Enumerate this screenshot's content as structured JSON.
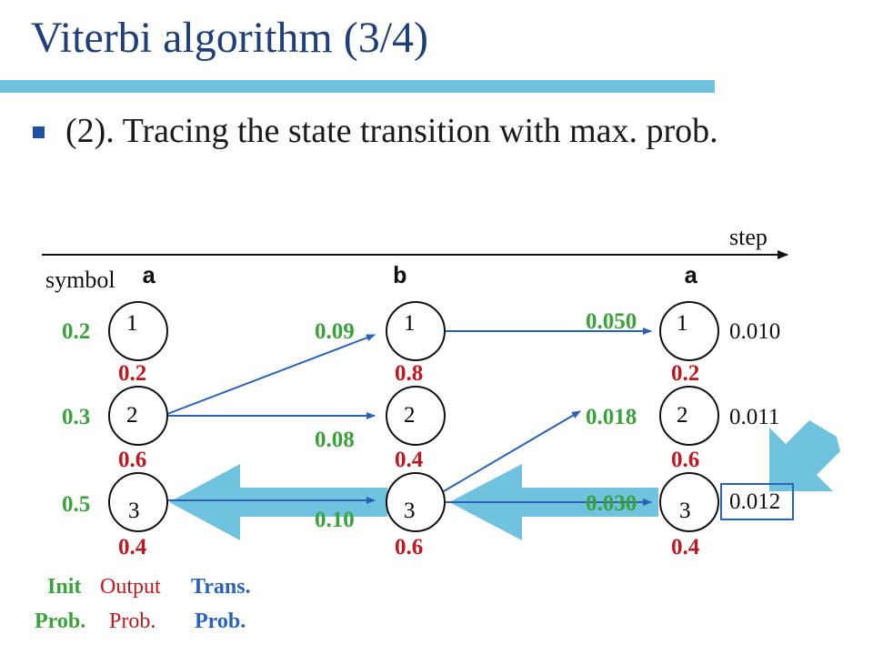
{
  "slide": {
    "title": "Viterbi algorithm (3/4)",
    "bullet": "(2). Tracing the state transition with max. prob."
  },
  "axis": {
    "step_label": "step",
    "symbol_label": "symbol"
  },
  "symbols": [
    "a",
    "b",
    "a"
  ],
  "states": [
    "1",
    "2",
    "3"
  ],
  "init_probs": [
    "0.2",
    "0.3",
    "0.5"
  ],
  "output_probs": {
    "col1": [
      "0.2",
      "0.6",
      "0.4"
    ],
    "col2": [
      "0.8",
      "0.4",
      "0.6"
    ],
    "col3": [
      "0.2",
      "0.6",
      "0.4"
    ]
  },
  "step2_probs": [
    "0.09",
    "0.08",
    "0.10"
  ],
  "step3_probs": [
    "0.050",
    "0.018",
    "0.030"
  ],
  "final_probs": [
    "0.010",
    "0.011",
    "0.012"
  ],
  "legend": {
    "init_line1": "Init",
    "init_line2": "Prob.",
    "output_line1": "Output",
    "output_line2": "Prob.",
    "trans_line1": "Trans.",
    "trans_line2": "Prob."
  },
  "colors": {
    "title": "#1f3f7a",
    "title_bar": "#6fc3df",
    "init": "#3aa23a",
    "output": "#c0181e",
    "trans": "#2a62b8",
    "highlight_arrow": "#6fc3df"
  }
}
